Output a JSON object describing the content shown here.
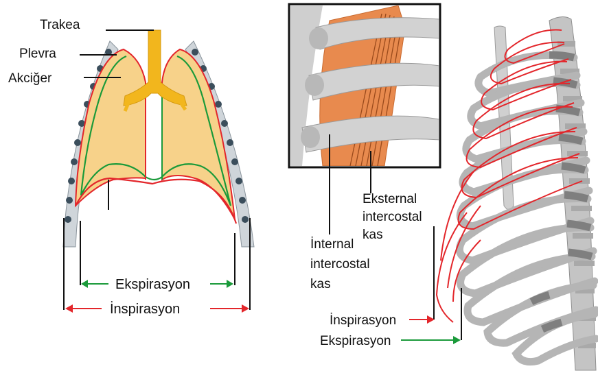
{
  "left_diagram": {
    "labels": {
      "trachea": "Trakea",
      "pleura": "Plevra",
      "lung": "Akciğer"
    },
    "arrows": {
      "expiration": "Ekspirasyon",
      "inspiration": "İnspirasyon"
    }
  },
  "right_diagram": {
    "labels": {
      "external_intercostal": [
        "Eksternal",
        "intercostal",
        "kas"
      ],
      "internal_intercostal": [
        "İnternal",
        "intercostal",
        "kas"
      ]
    },
    "arrows": {
      "inspiration": "İnspirasyon",
      "expiration": "Ekspirasyon"
    }
  },
  "colors": {
    "inspiration": "#e3262b",
    "expiration": "#1a9a3a",
    "lung_fill": "#f7d28a",
    "trachea": "#f2b61d",
    "pleura_wall": "#cdd3d8",
    "pleura_dots": "#3b4e5c",
    "muscle": "#e88a4e",
    "bone": "#c8c8c8",
    "bone_dark": "#8f8f8f"
  }
}
